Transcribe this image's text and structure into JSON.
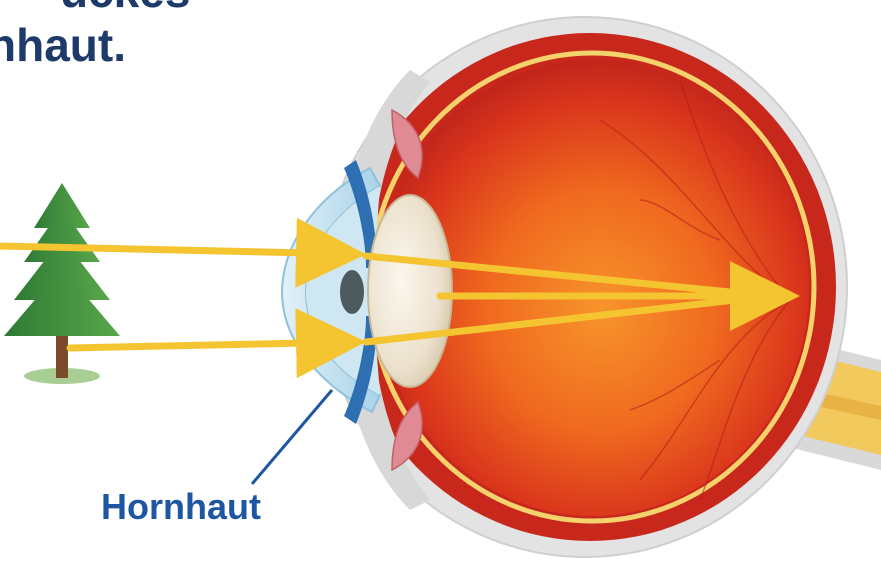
{
  "heading": {
    "line1": "uckes",
    "line2": "nhaut."
  },
  "labels": {
    "cornea": "Hornhaut"
  },
  "colors": {
    "heading": "#1d3a6b",
    "label": "#1f56a3",
    "light_rays": "#f4c431",
    "sclera": "#e6e6e6",
    "choroid": "#c8281c",
    "retina_inner": "#f06a1f",
    "cornea": "#bfe0f0",
    "iris": "#2d6fb0",
    "lens": "#efe6d6",
    "optic_nerve": "#f2c95d"
  },
  "icons": [
    "tree-icon",
    "eye-illustration",
    "arrow-icon"
  ]
}
